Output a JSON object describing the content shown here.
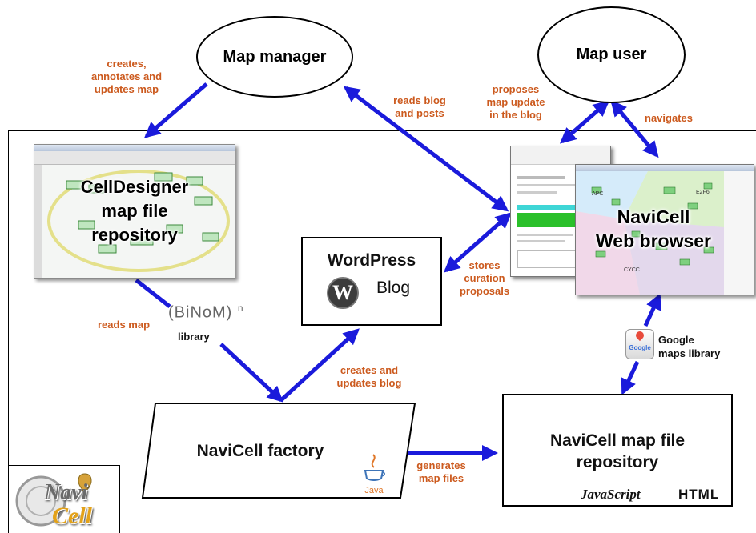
{
  "nodes": {
    "map_manager": "Map manager",
    "map_user": "Map user",
    "celldesigner": [
      "CellDesigner",
      "map file",
      "repository"
    ],
    "wordpress_title": "WordPress",
    "wordpress_sub": "Blog",
    "navicell_browser": [
      "NaviCell",
      "Web browser"
    ],
    "factory": "NaviCell factory",
    "map_repo": [
      "NaviCell map file",
      "repository"
    ],
    "javascript": "JavaScript",
    "html": "HTML"
  },
  "edge_labels": {
    "creates_annotates": [
      "creates,",
      "annotates and",
      "updates map"
    ],
    "reads_blog": [
      "reads blog",
      "and posts"
    ],
    "proposes": [
      "proposes",
      "map update",
      "in the blog"
    ],
    "navigates": "navigates",
    "stores": [
      "stores",
      "curation",
      "proposals"
    ],
    "reads_map": "reads map",
    "creates_blog": [
      "creates and",
      "updates blog"
    ],
    "generates": [
      "generates",
      "map files"
    ]
  },
  "libraries": {
    "binom": "(BiNoM)",
    "binom_sup": "n",
    "binom_sub": "library",
    "google": [
      "Google",
      "maps library"
    ],
    "google_icon_text": "Google",
    "java": "Java"
  },
  "logo_text": [
    "Navi",
    "Cell"
  ],
  "colors": {
    "arrow": "#1a1adb",
    "label": "#cc5a1e",
    "border": "#000000"
  }
}
